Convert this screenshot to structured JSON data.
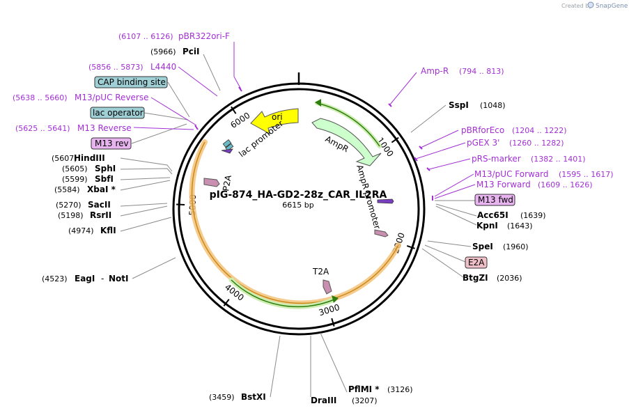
{
  "branding": {
    "created_by": "Created by",
    "app": "SnapGene"
  },
  "plasmid": {
    "name": "pIG-874_HA-GD2-28z_CAR_IL2RA",
    "size": "6615 bp"
  },
  "ticks": [
    {
      "label": "1000",
      "pos": 1000
    },
    {
      "label": "2000",
      "pos": 2000
    },
    {
      "label": "3000",
      "pos": 3000
    },
    {
      "label": "4000",
      "pos": 4000
    },
    {
      "label": "5000",
      "pos": 5000
    },
    {
      "label": "6000",
      "pos": 6000
    }
  ],
  "features": {
    "ori": "ori",
    "ampr": "AmpR",
    "ampr_promoter": "AmpR promoter",
    "lac_promoter": "lac promoter",
    "t2a": "T2A",
    "p2a": "P2A"
  },
  "sites_left": [
    {
      "name": "PciI",
      "num": "(5966)"
    },
    {
      "name": "HindIII",
      "num": "(5607)"
    },
    {
      "name": "SphI",
      "num": "(5605)"
    },
    {
      "name": "SbfI",
      "num": "(5599)"
    },
    {
      "name": "XbaI *",
      "num": "(5584)"
    },
    {
      "name": "SacII",
      "num": "(5270)"
    },
    {
      "name": "RsrII",
      "num": "(5198)"
    },
    {
      "name": "KflI",
      "num": "(4974)"
    },
    {
      "name": "EagI",
      "num": "(4523)",
      "extra": "NotI"
    },
    {
      "name": "BstXI",
      "num": "(3459)"
    }
  ],
  "sites_right": [
    {
      "name": "SspI",
      "num": "(1048)"
    },
    {
      "name": "Acc65I",
      "num": "(1639)"
    },
    {
      "name": "KpnI",
      "num": "(1643)"
    },
    {
      "name": "SpeI",
      "num": "(1960)"
    },
    {
      "name": "BtgZI",
      "num": "(2036)"
    },
    {
      "name": "PflMI *",
      "num": "(3126)"
    },
    {
      "name": "DraIII",
      "num": "(3207)"
    }
  ],
  "primers_left": [
    {
      "name": "pBR322ori-F",
      "range": "(6107 .. 6126)"
    },
    {
      "name": "L4440",
      "range": "(5856 .. 5873)"
    },
    {
      "name": "M13/pUC Reverse",
      "range": "(5638 .. 5660)"
    },
    {
      "name": "M13 Reverse",
      "range": "(5625 .. 5641)"
    }
  ],
  "primers_right": [
    {
      "name": "Amp-R",
      "range": "(794 .. 813)"
    },
    {
      "name": "pBRforEco",
      "range": "(1204 .. 1222)"
    },
    {
      "name": "pGEX 3'",
      "range": "(1260 .. 1282)"
    },
    {
      "name": "pRS-marker",
      "range": "(1382 .. 1401)"
    },
    {
      "name": "M13/pUC Forward",
      "range": "(1595 .. 1617)"
    },
    {
      "name": "M13 Forward",
      "range": "(1609 .. 1626)"
    }
  ],
  "boxes": {
    "cap": "CAP binding site",
    "lacop": "lac operator",
    "m13rev": "M13 rev",
    "m13fwd": "M13 fwd",
    "e2a": "E2A"
  },
  "colors": {
    "primer": "#a22fd4",
    "ori": "#ffff00",
    "ampr": "#ccffcc",
    "cap_box": "#9fd0d6",
    "m13_box": "#e8b4f0",
    "e2a_box": "#f0c0c8",
    "cds_outer": "#f4c27a",
    "cds_inner": "#66bb22"
  }
}
